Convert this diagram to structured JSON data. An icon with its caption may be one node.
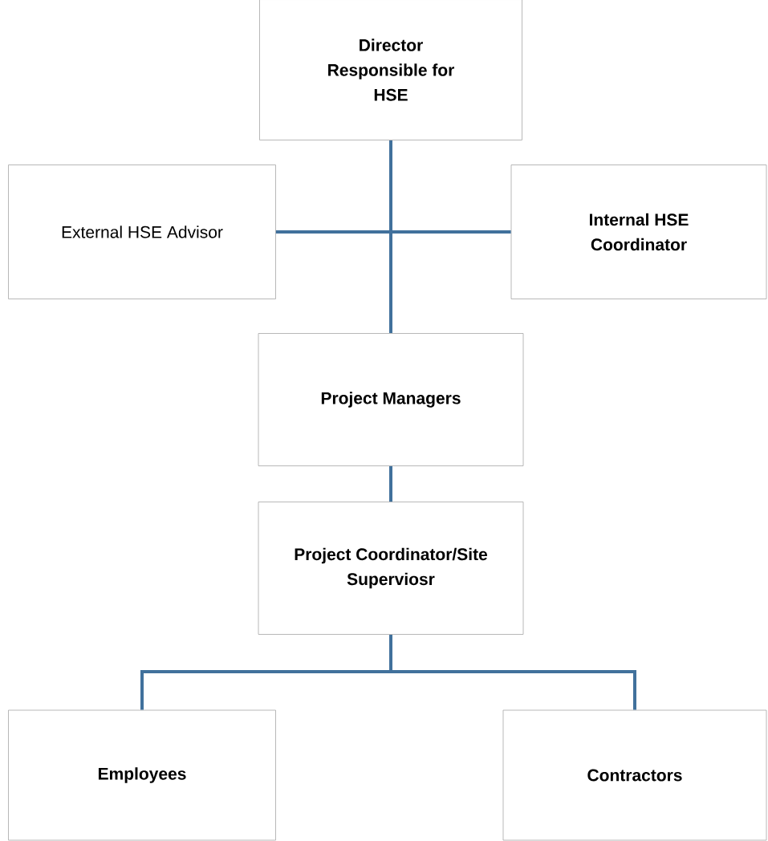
{
  "diagram": {
    "nodes": [
      {
        "text": [
          "Director Responsible for HSE"
        ]
      },
      {
        "text": [
          "External HSE Advisor"
        ]
      },
      {
        "text": [
          "Internal HSE Coordinator"
        ]
      },
      {
        "text": [
          "Project Managers"
        ]
      },
      {
        "text": [
          "Project Coordinator/Site Superviosr"
        ]
      },
      {
        "text": [
          "Employees"
        ]
      },
      {
        "text": [
          "Contractors"
        ]
      }
    ],
    "edges": [
      {
        "from": 0,
        "to": 1,
        "arrow": "none"
      },
      {
        "from": 0,
        "to": 2,
        "arrow": "none"
      },
      {
        "from": 0,
        "to": 3,
        "arrow": "none"
      },
      {
        "from": 3,
        "to": 4,
        "arrow": "none"
      },
      {
        "from": 4,
        "to": 5,
        "arrow": "none"
      },
      {
        "from": 4,
        "to": 6,
        "arrow": "none"
      }
    ]
  }
}
